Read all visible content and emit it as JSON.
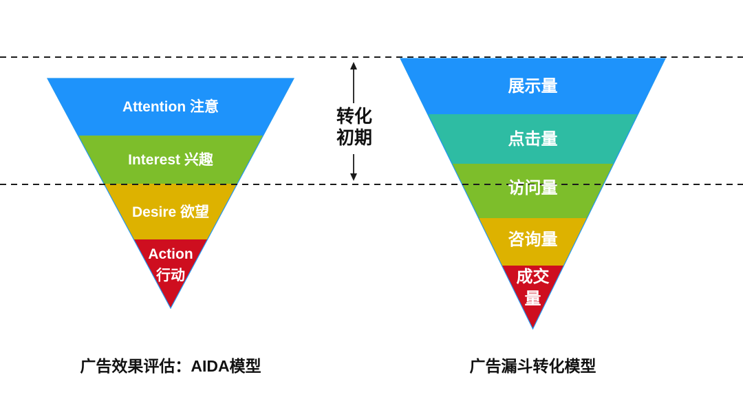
{
  "colors": {
    "blue": "#1E93FB",
    "teal": "#2EBCA3",
    "green": "#7DBE2B",
    "gold": "#DDB200",
    "red": "#CE0E1F",
    "dashed_line": "#1A1A1A",
    "outline_blue": "#2196F3",
    "label_text": "#FFFFFF",
    "caption_text": "#111111"
  },
  "left_funnel": {
    "caption": "广告效果评估：AIDA模型",
    "layers": [
      {
        "label": "Attention 注意",
        "color": "#1E93FB"
      },
      {
        "label": "Interest 兴趣",
        "color": "#7DBE2B"
      },
      {
        "label": "Desire 欲望",
        "color": "#DDB200"
      },
      {
        "label_line1": "Action",
        "label_line2": "行动",
        "color": "#CE0E1F"
      }
    ]
  },
  "right_funnel": {
    "caption": "广告漏斗转化模型",
    "layers": [
      {
        "label": "展示量",
        "color": "#1E93FB"
      },
      {
        "label": "点击量",
        "color": "#2EBCA3"
      },
      {
        "label": "访问量",
        "color": "#7DBE2B"
      },
      {
        "label": "咨询量",
        "color": "#DDB200"
      },
      {
        "label_line1": "成交",
        "label_line2": "量",
        "color": "#CE0E1F"
      }
    ]
  },
  "annotation": {
    "line1": "转化",
    "line2": "初期"
  }
}
